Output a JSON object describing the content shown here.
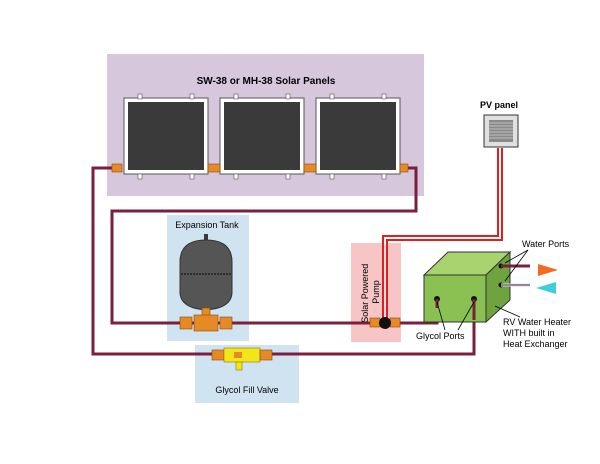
{
  "diagram": {
    "solar_panels_label": "SW-38 or MH-38 Solar Panels",
    "pv_panel_label": "PV panel",
    "expansion_tank_label": "Expansion Tank",
    "pump_label_line1": "Solar Powered",
    "pump_label_line2": "Pump",
    "water_ports_label": "Water Ports",
    "heater_label_line1": "RV  Water Heater",
    "heater_label_line2": "WITH built in",
    "heater_label_line3": "Heat Exchanger",
    "glycol_ports_label": "Glycol Ports",
    "glycol_fill_label": "Glycol Fill Valve"
  },
  "colors": {
    "pipe": "#7a1f3d",
    "panel_bg": "#d6c7dc",
    "panel_dark": "#3a3a3a",
    "tank_bg": "#cfe3f0",
    "pump_bg": "#f7c5c5",
    "heater": "#8bc152",
    "brass": "#e58a25",
    "fill_valve": "#f2e51a",
    "hot_arrow": "#f26b21",
    "cold_arrow": "#3ccfd8"
  }
}
